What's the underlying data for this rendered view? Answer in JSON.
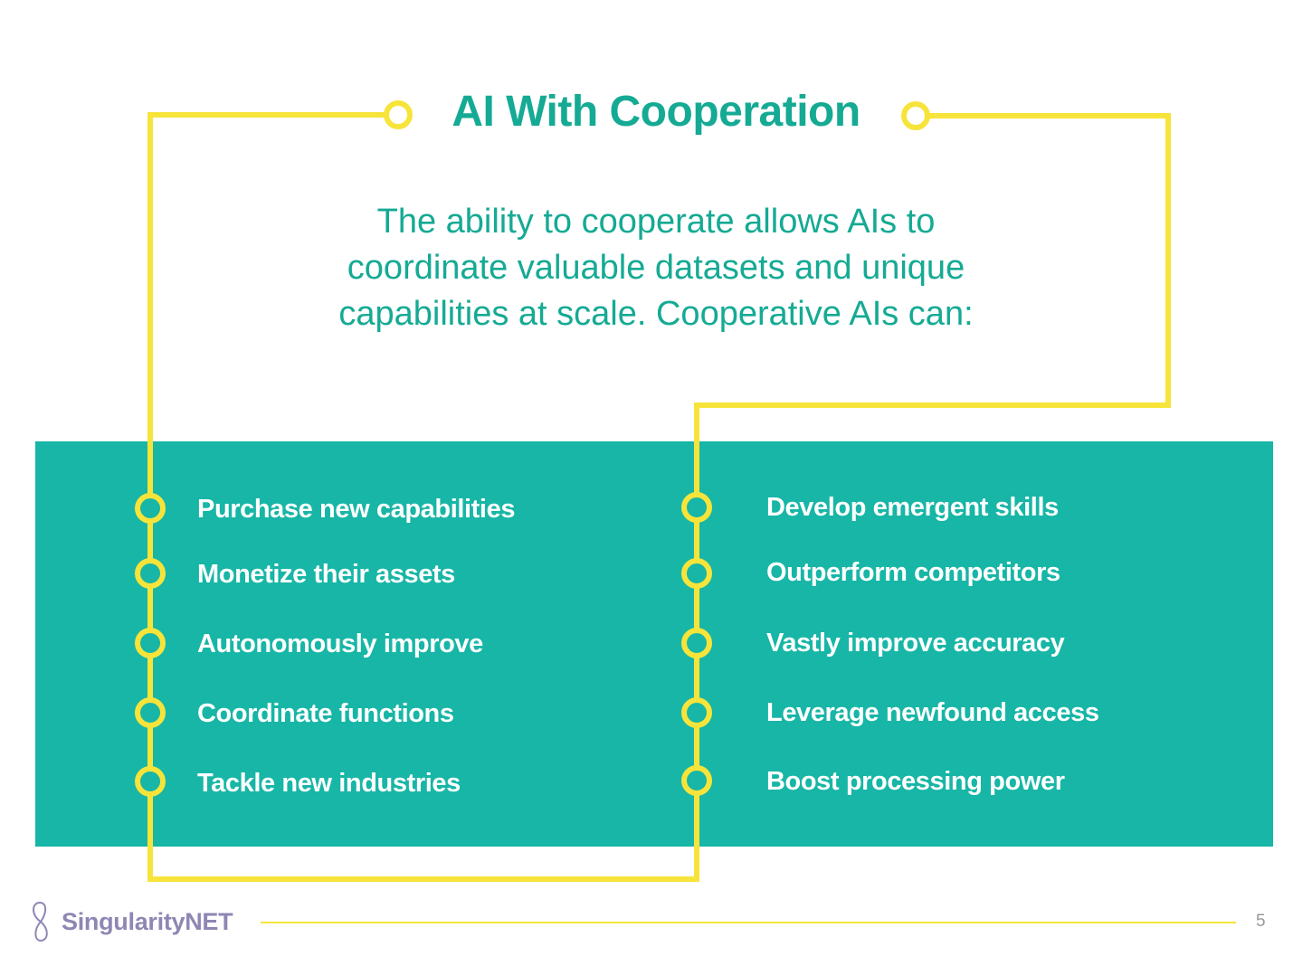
{
  "colors": {
    "teal": "#17b6a6",
    "yellow": "#f7e43a",
    "heading": "#15aa94",
    "brand": "#8f86b4",
    "white": "#ffffff"
  },
  "slide": {
    "title": "AI With Cooperation",
    "intro_lines": [
      "The ability to cooperate allows AIs to",
      "coordinate valuable datasets and unique",
      "capabilities at scale. Cooperative AIs can:"
    ]
  },
  "left_items": [
    "Purchase new capabilities",
    "Monetize their assets",
    "Autonomously improve",
    "Coordinate functions",
    "Tackle new industries"
  ],
  "right_items": [
    "Develop emergent skills",
    "Outperform competitors",
    "Vastly improve accuracy",
    "Leverage newfound access",
    "Boost processing power"
  ],
  "footer": {
    "brand": "SingularityNET",
    "logo_icon": "singularitynet-logo-icon",
    "page_number": "5"
  }
}
